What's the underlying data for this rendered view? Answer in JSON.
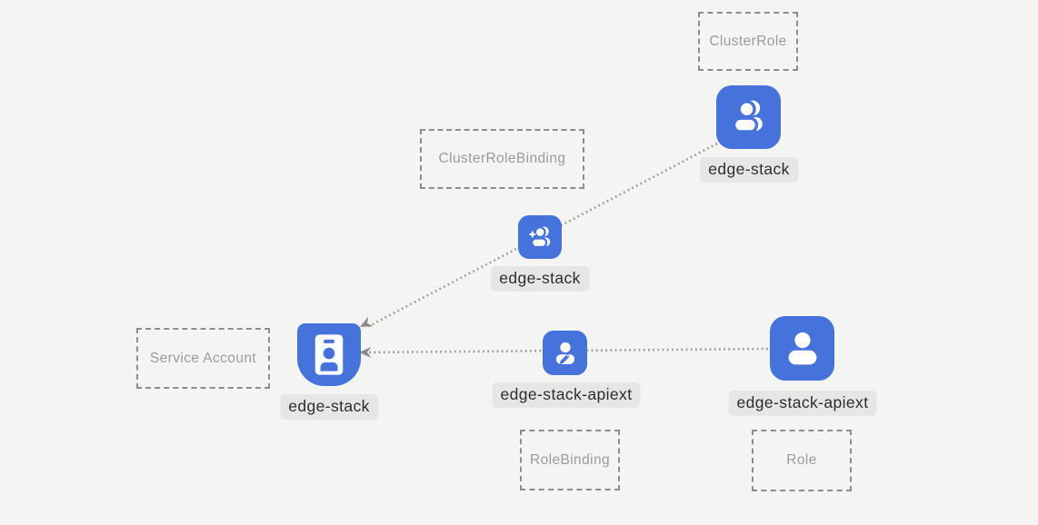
{
  "diagram_title": "kubernetes-rbac-diagram",
  "colors": {
    "background": "#f4f4f3",
    "node_blue": "#4673db",
    "glyph_white": "#ffffff",
    "label_background": "#e6e6e5",
    "label_text": "#2d2d2d",
    "dashed_border": "#8d8d8d",
    "type_text": "#9b9b9b",
    "dotted_line": "#9b9b9b",
    "arrowhead": "#8a8a8a"
  },
  "type_boxes": [
    {
      "id": "cluster-role",
      "label": "ClusterRole"
    },
    {
      "id": "cluster-role-binding",
      "label": "ClusterRoleBinding"
    },
    {
      "id": "service-account",
      "label": "Service Account"
    },
    {
      "id": "role-binding",
      "label": "RoleBinding"
    },
    {
      "id": "role",
      "label": "Role"
    }
  ],
  "nodes": [
    {
      "id": "cluster-role-node",
      "type": "ClusterRole",
      "label": "edge-stack",
      "icon": "people-icon"
    },
    {
      "id": "cluster-role-binding-node",
      "type": "ClusterRoleBinding",
      "label": "edge-stack",
      "icon": "person-add-icon"
    },
    {
      "id": "service-account-node",
      "type": "Service Account",
      "label": "edge-stack",
      "icon": "id-badge-icon"
    },
    {
      "id": "role-binding-node",
      "type": "RoleBinding",
      "label": "edge-stack-apiext",
      "icon": "person-edit-icon"
    },
    {
      "id": "role-node",
      "type": "Role",
      "label": "edge-stack-apiext",
      "icon": "person-icon"
    }
  ],
  "edges": [
    {
      "from": "cluster-role-node",
      "through": "cluster-role-binding-node",
      "to": "service-account-node",
      "style": "dotted-arrow"
    },
    {
      "from": "role-node",
      "through": "role-binding-node",
      "to": "service-account-node",
      "style": "dotted-arrow"
    }
  ]
}
